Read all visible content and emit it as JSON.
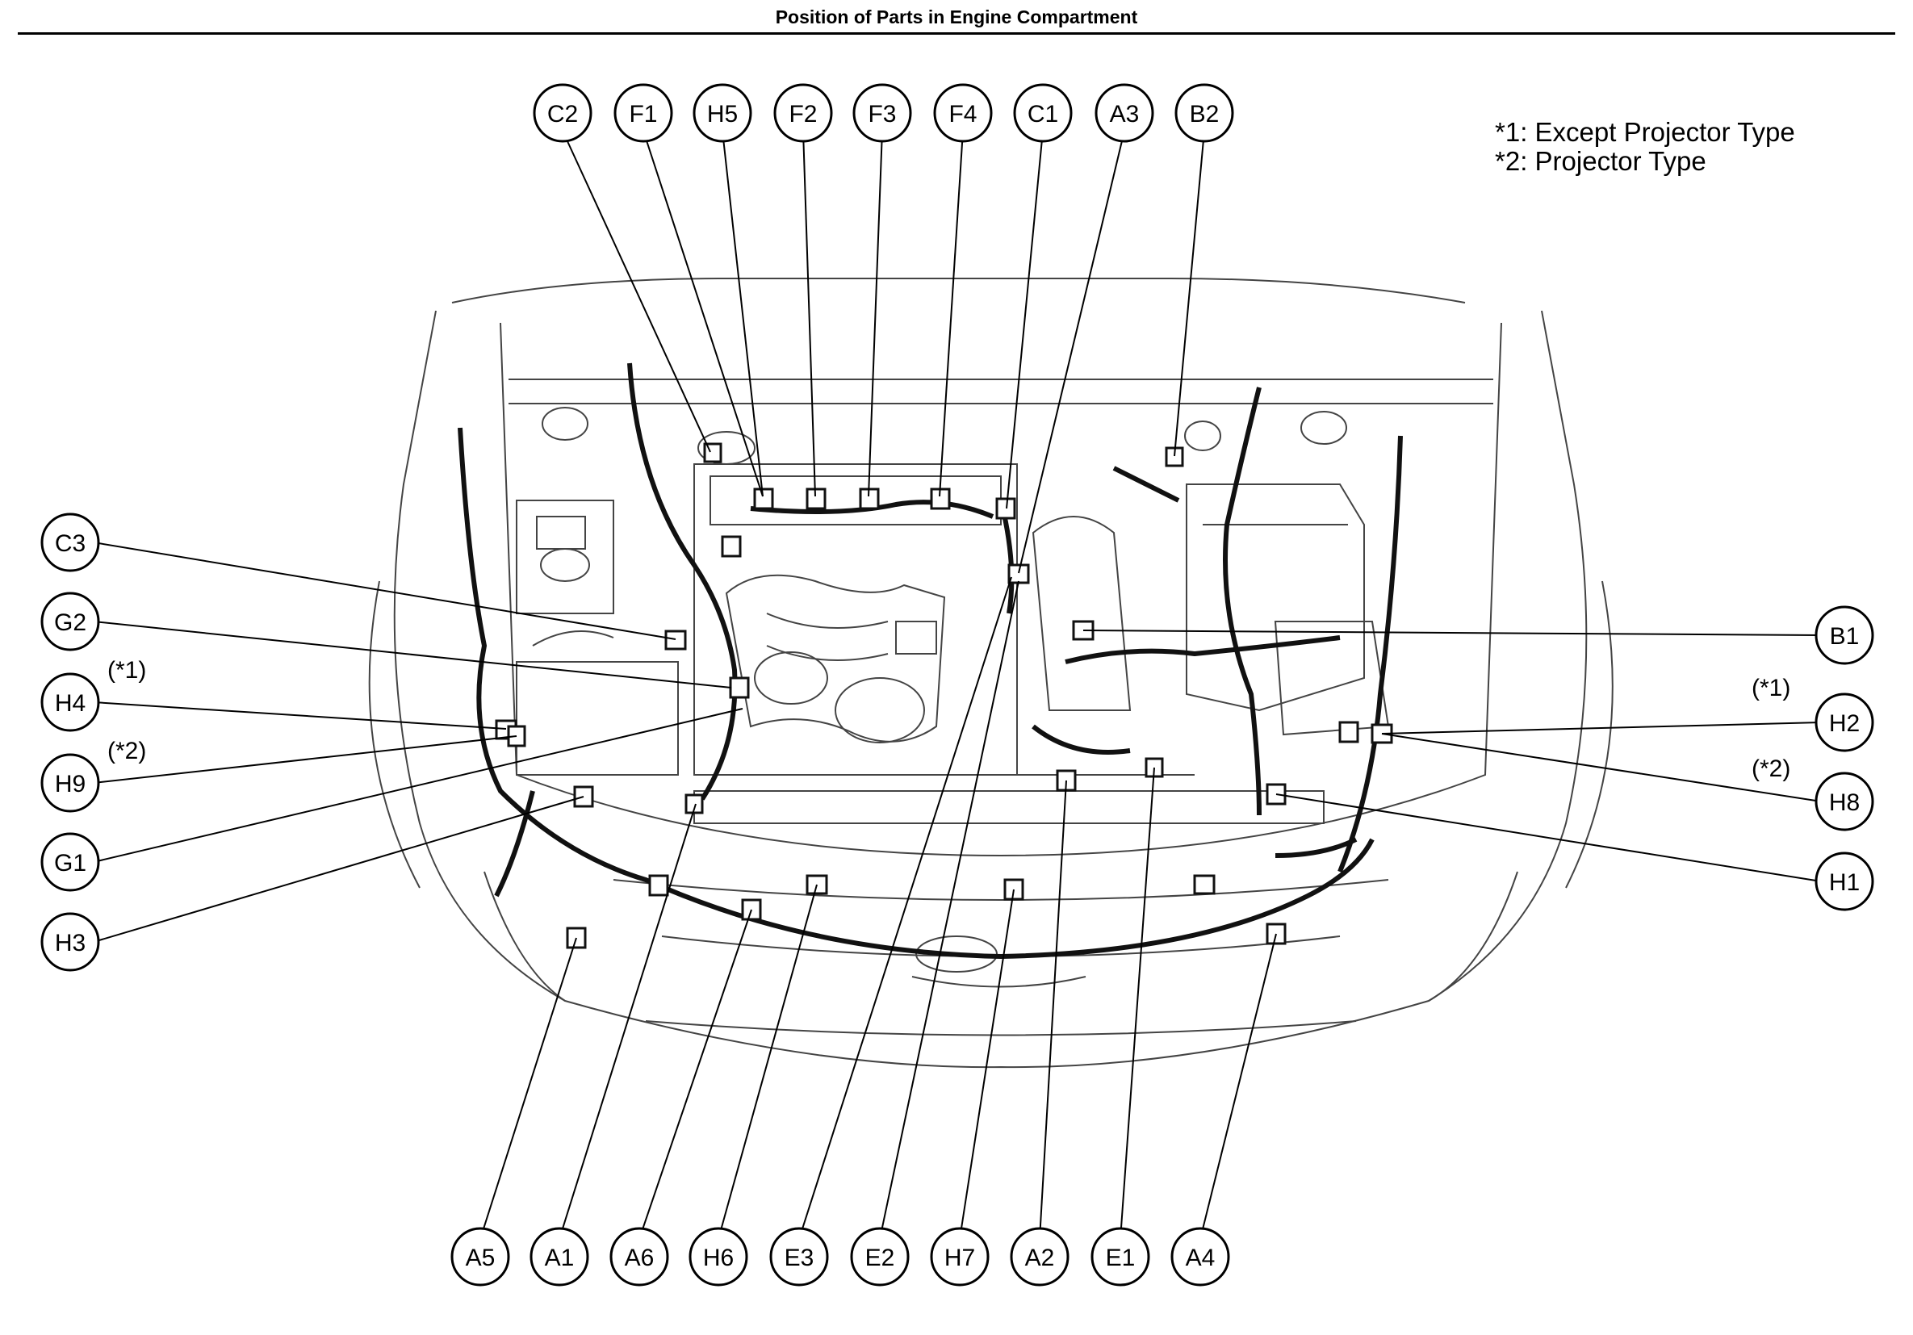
{
  "title": "Position of Parts in Engine Compartment",
  "legend": [
    "*1: Except Projector Type",
    "*2: Projector Type"
  ],
  "callouts": {
    "top": [
      "C2",
      "F1",
      "H5",
      "F2",
      "F3",
      "F4",
      "C1",
      "A3",
      "B2"
    ],
    "left": [
      "C3",
      "G2",
      "H4",
      "H9",
      "G1",
      "H3"
    ],
    "right": [
      "B1",
      "H2",
      "H8",
      "H1"
    ],
    "bottom": [
      "A5",
      "A1",
      "A6",
      "H6",
      "E3",
      "E2",
      "H7",
      "A2",
      "E1",
      "A4"
    ]
  },
  "notes": {
    "H4": "(*1)",
    "H9": "(*2)",
    "H2": "(*1)",
    "H8": "(*2)"
  }
}
